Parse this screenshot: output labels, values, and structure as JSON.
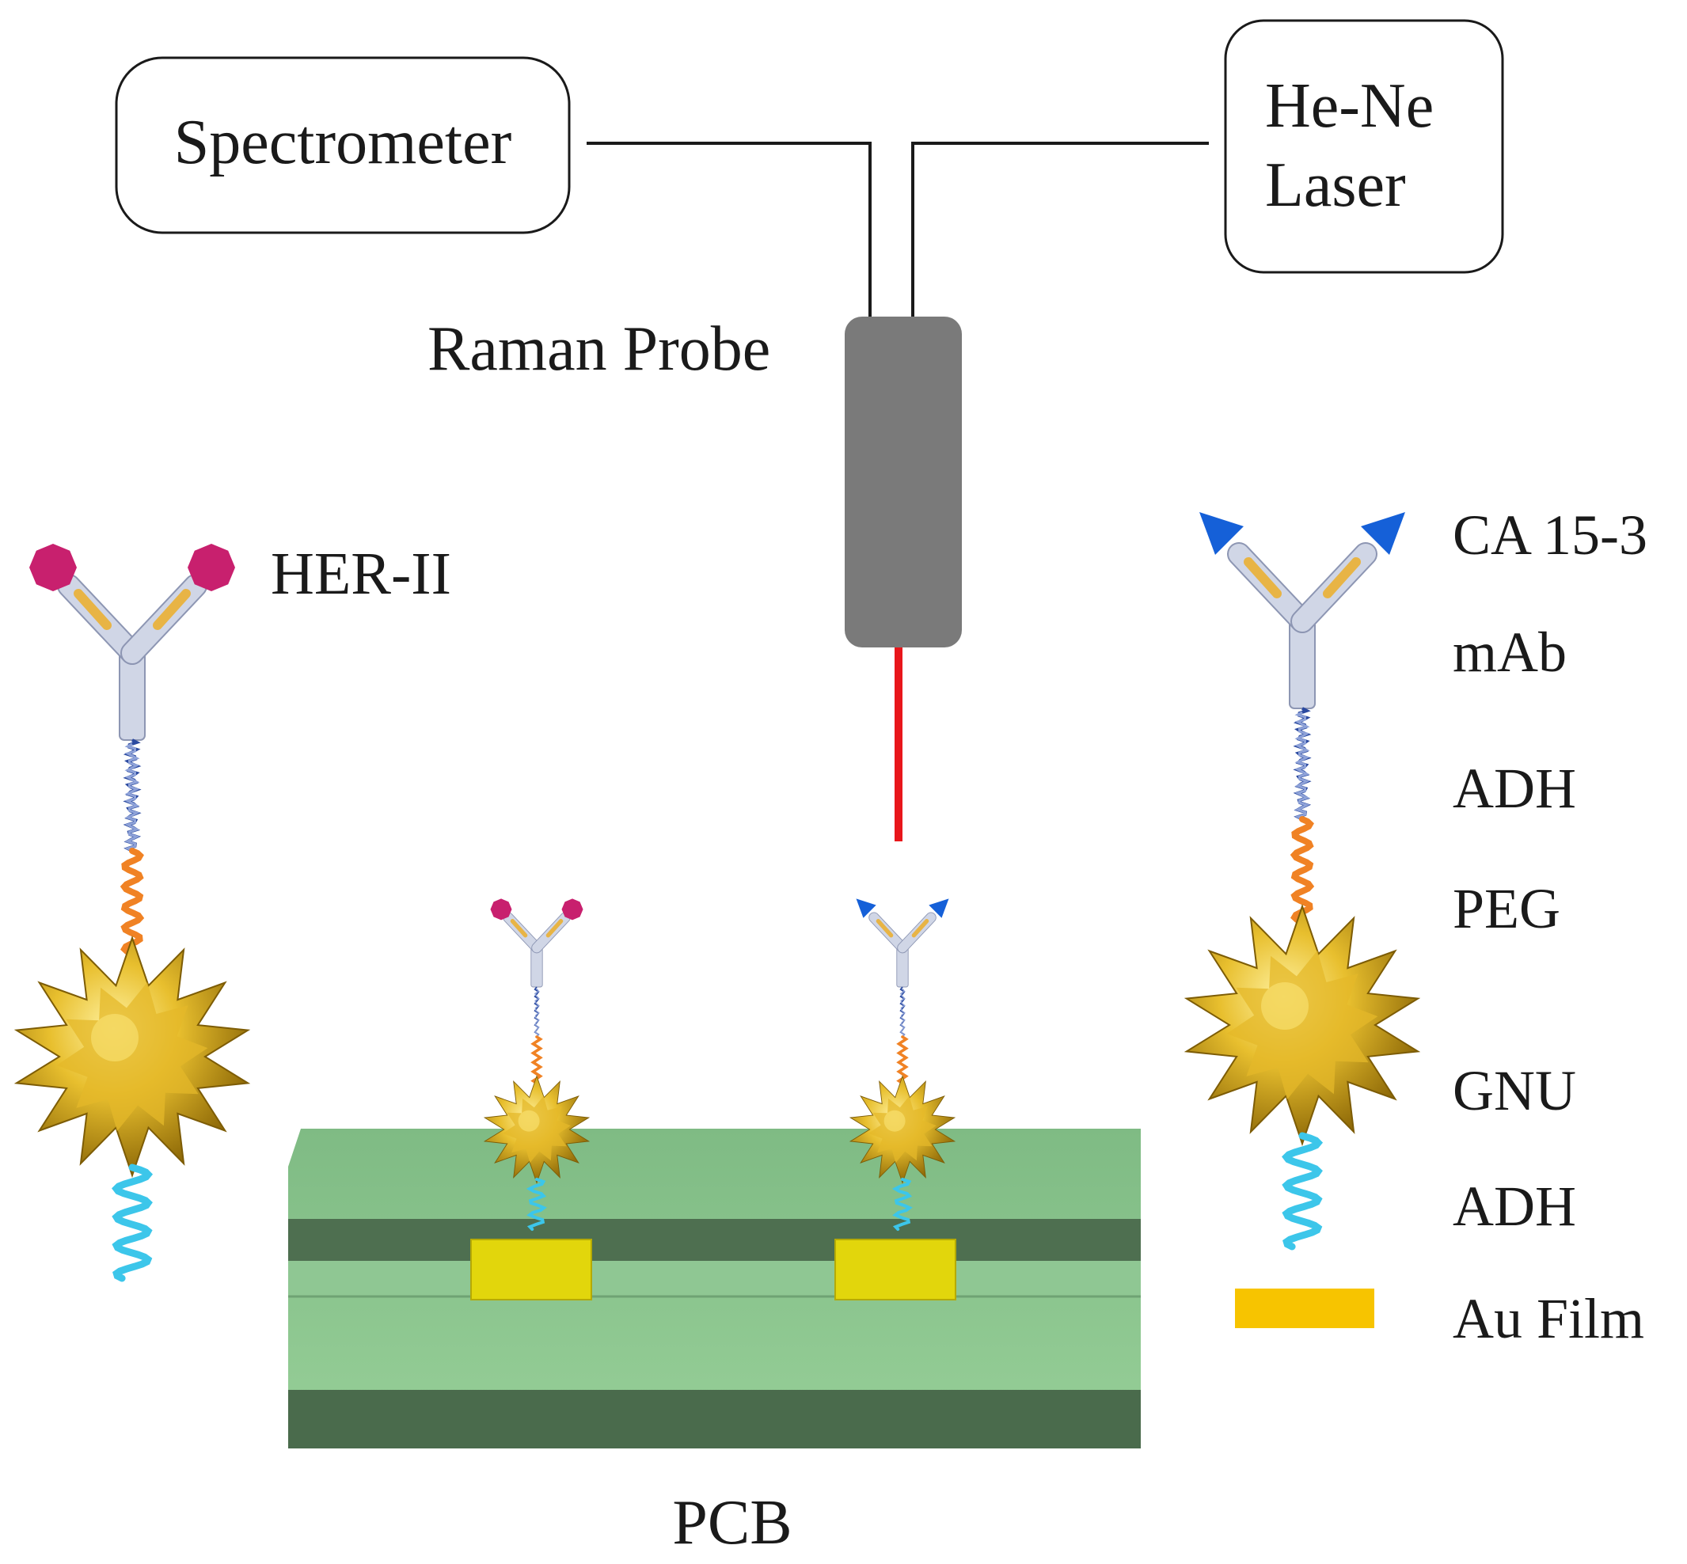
{
  "instruments": {
    "spectrometer": "Spectrometer",
    "laser_line1": "He-Ne",
    "laser_line2": "Laser",
    "probe": "Raman Probe"
  },
  "left_label": "HER-II",
  "layer_labels": {
    "antigen": "CA 15-3",
    "antibody": "mAb",
    "linker_top": "ADH",
    "peg": "PEG",
    "nanoparticle": "GNU",
    "linker_bottom": "ADH",
    "film": "Au Film"
  },
  "board_label": "PCB",
  "colors": {
    "probe_body": "#7a7a7a",
    "laser_beam": "#e8161b",
    "pcb_light": "#86c08a",
    "pcb_dark": "#4a6b4c",
    "gold_pad": "#e2d60c",
    "au_film": "#f7c400",
    "her2_antigen": "#c8206e",
    "ca153_antigen": "#1560d8",
    "antibody": "#d0d6e6",
    "fab_tip": "#e8b445",
    "adh_dna": "#2b4aa0",
    "peg": "#f08224",
    "adh_spring": "#3cc6ea",
    "nanostar": "#d8ac1c"
  }
}
